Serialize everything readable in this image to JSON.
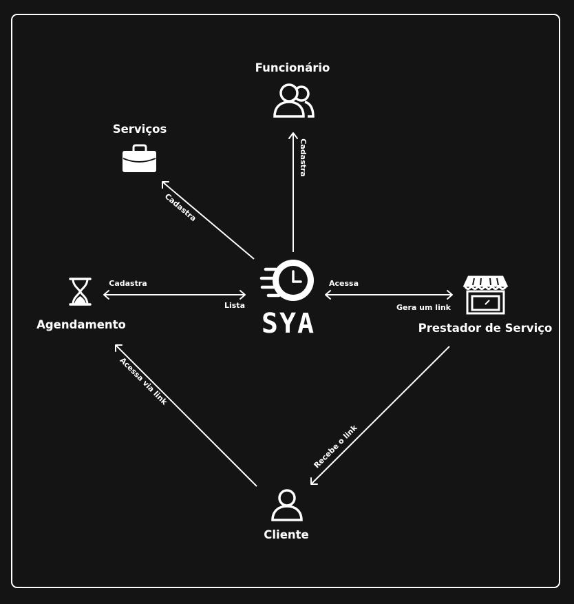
{
  "nodes": {
    "funcionario": "Funcionário",
    "servicos": "Serviços",
    "agendamento": "Agendamento",
    "prestador": "Prestador de Serviço",
    "cliente": "Cliente",
    "logo": "SYA"
  },
  "edges": {
    "cadastra_funcionario": "Cadastra",
    "cadastra_servicos": "Cadastra",
    "cadastra_agendamento": "Cadastra",
    "lista": "Lista",
    "acessa": "Acessa",
    "gera_link": "Gera um link",
    "recebe_link": "Recebe o link",
    "acessa_via_link": "Acessa via link"
  },
  "icons": {
    "funcionario": "users-icon",
    "servicos": "briefcase-icon",
    "agendamento": "hourglass-icon",
    "prestador": "storefront-icon",
    "cliente": "user-icon",
    "logo": "clock-speed-icon"
  },
  "colors": {
    "background": "#151415",
    "foreground": "#ffffff"
  }
}
